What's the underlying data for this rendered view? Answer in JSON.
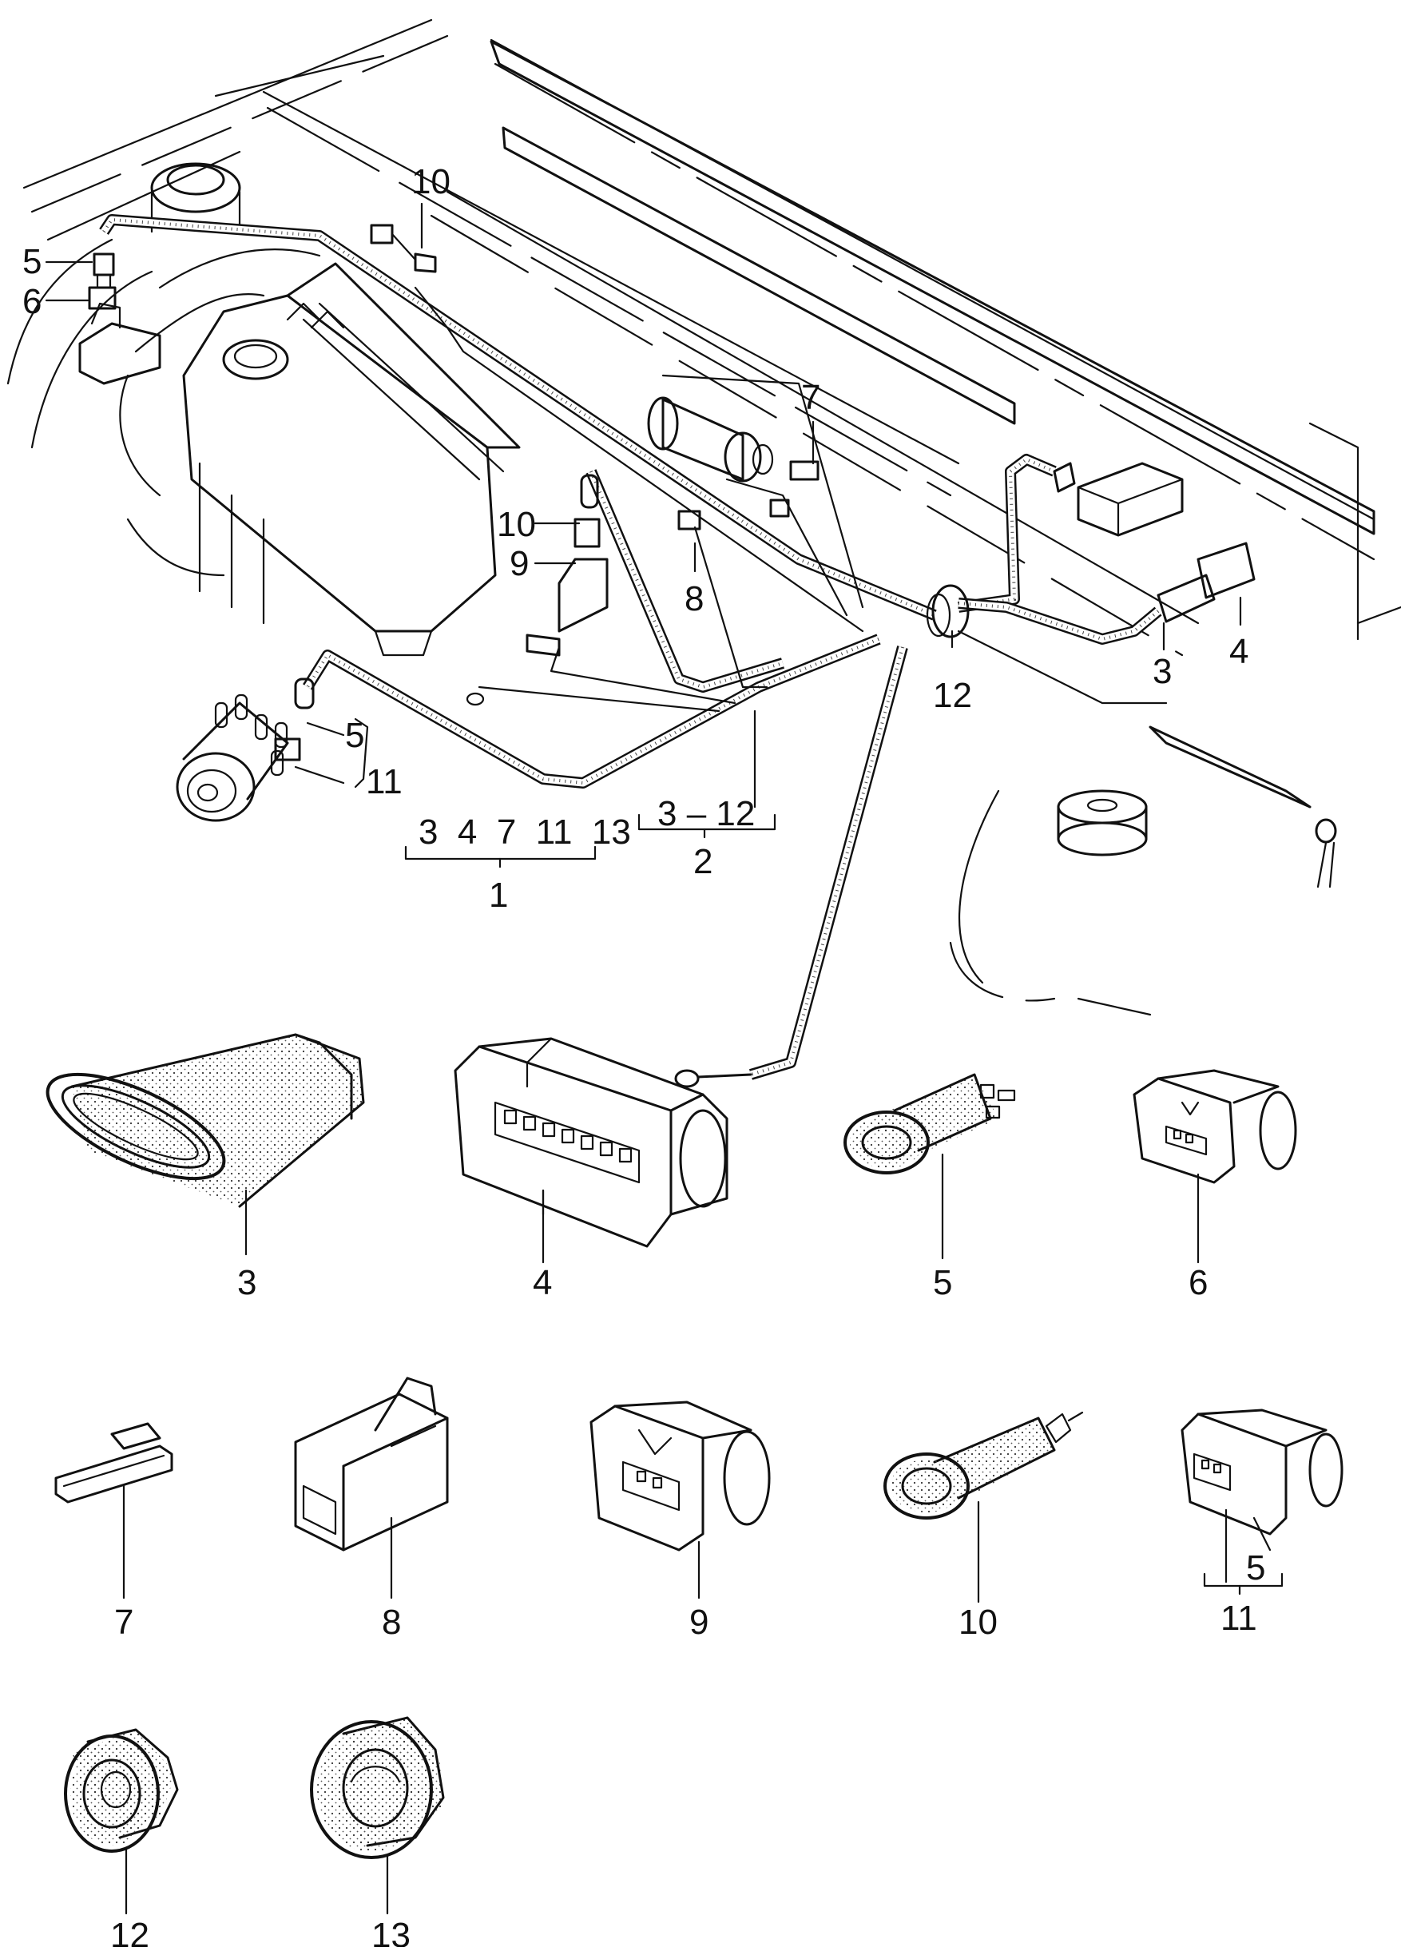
{
  "callouts": {
    "overview": {
      "c10_top": "10",
      "c5_left": "5",
      "c6_left": "6",
      "c7": "7",
      "c10_mid": "10",
      "c9": "9",
      "c8": "8",
      "c12": "12",
      "c3": "3",
      "c4": "4",
      "c5_dist": "5",
      "c11_dist": "11"
    },
    "group1": {
      "members": "3  4  7  11  13",
      "number": "1"
    },
    "group2": {
      "members": "3 – 12",
      "number": "2"
    }
  },
  "parts": {
    "p3": "3",
    "p4": "4",
    "p5": "5",
    "p6": "6",
    "p7": "7",
    "p8": "8",
    "p9": "9",
    "p10": "10",
    "p11_sub": "5",
    "p11": "11",
    "p12": "12",
    "p13": "13"
  }
}
